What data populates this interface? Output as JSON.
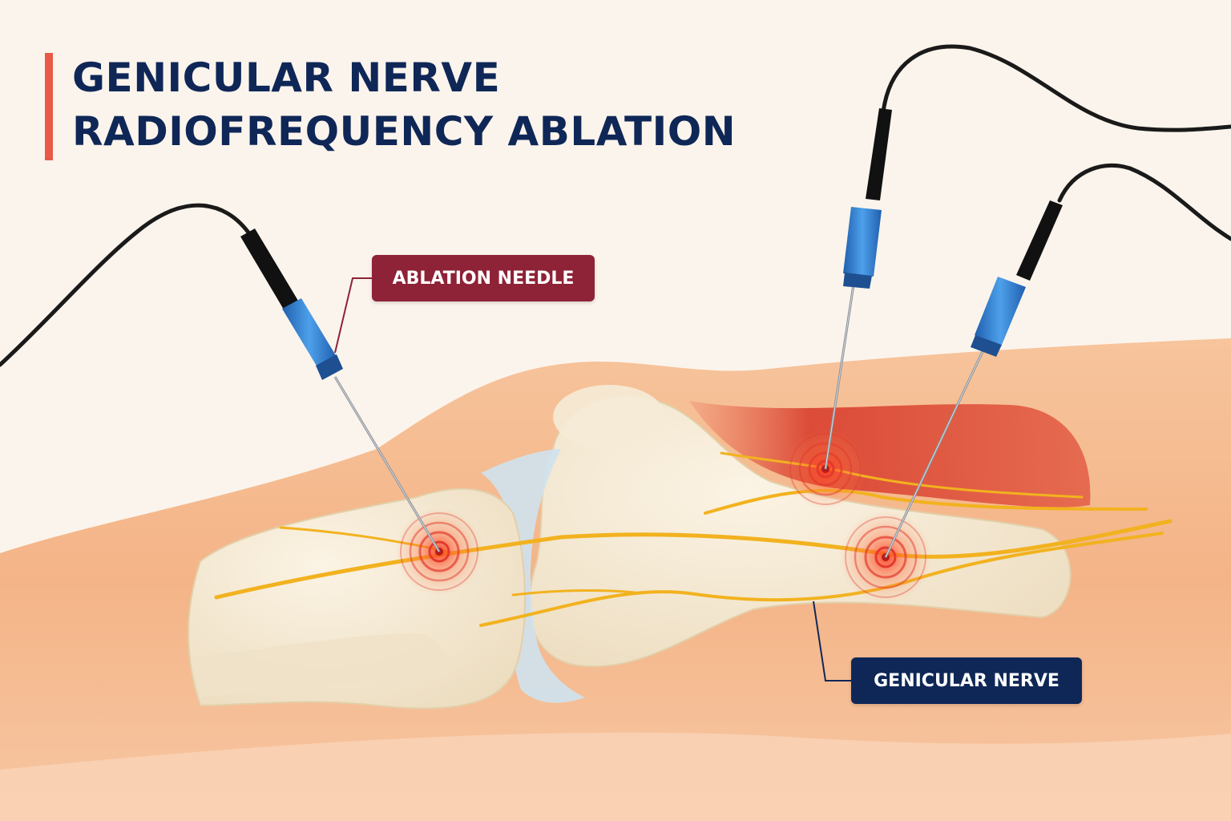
{
  "title": {
    "line1": "GENICULAR NERVE",
    "line2": "RADIOFREQUENCY ABLATION"
  },
  "labels": {
    "needle": "ABLATION NEEDLE",
    "nerve": "GENICULAR NERVE"
  },
  "colors": {
    "background": "#fbf4ec",
    "accent_bar": "#e85a47",
    "title_text": "#0f2757",
    "needle_label_bg": "#8e2236",
    "nerve_label_bg": "#0f2757",
    "skin": "#f6b98e",
    "bone": "#f3e6cc",
    "cartilage": "#cfe2ee",
    "nerve": "#f2b21f",
    "muscle": "#d94a36",
    "needle_hub": "#2f7fd0",
    "cable": "#1a1a1a",
    "ablation_ring": "#e23a2e"
  }
}
